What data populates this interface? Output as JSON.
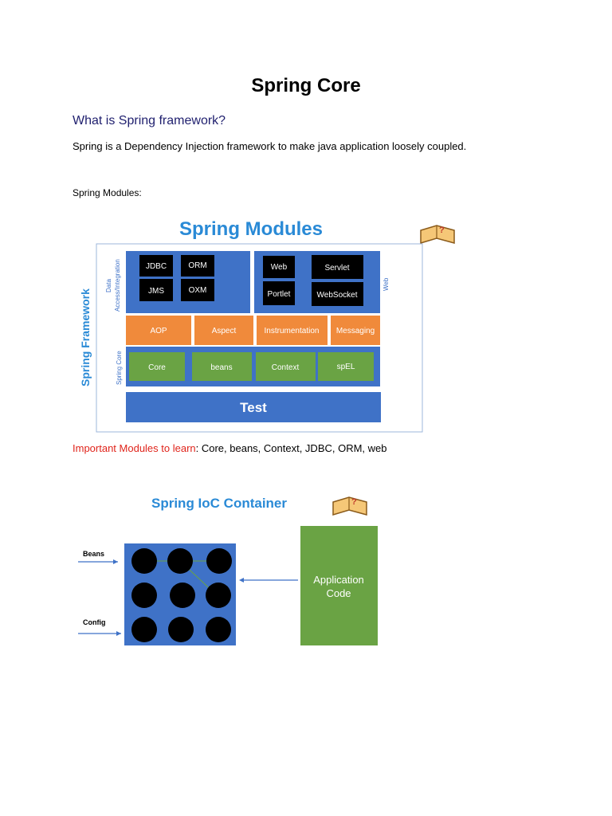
{
  "page": {
    "title": "Spring Core",
    "question_heading": "What is Spring framework?",
    "intro": "Spring is a Dependency Injection framework to make java application loosely coupled.",
    "modules_label": "Spring Modules:",
    "important_label": "Important Modules to learn",
    "important_text": ": Core, beans, Context, JDBC, ORM, web"
  },
  "modules_figure": {
    "title": "Spring Modules",
    "framework_label": "Spring Framework",
    "data_label_line1": "Data",
    "data_label_line2": "Access/Integration",
    "web_label": "Web",
    "core_label": "Spring Core",
    "data_items": [
      "JDBC",
      "ORM",
      "JMS",
      "OXM"
    ],
    "web_items": [
      "Web",
      "Servlet",
      "Portlet",
      "WebSocket"
    ],
    "middle_items": [
      "AOP",
      "Aspect",
      "Instrumentation",
      "Messaging"
    ],
    "core_items": [
      "Core",
      "beans",
      "Context",
      "spEL"
    ],
    "test_label": "Test",
    "colors": {
      "blue": "#3f72c7",
      "orange": "#f08a3b",
      "green": "#6aa344",
      "title_blue": "#2a8ad6"
    }
  },
  "ioc_figure": {
    "title": "Spring IoC Container",
    "beans_label": "Beans",
    "config_label": "Config",
    "app_line1": "Application",
    "app_line2": "Code",
    "colors": {
      "blue": "#3f72c7",
      "green": "#6aa344",
      "title_blue": "#2a8ad6"
    }
  },
  "icons": [
    "book-icon"
  ]
}
